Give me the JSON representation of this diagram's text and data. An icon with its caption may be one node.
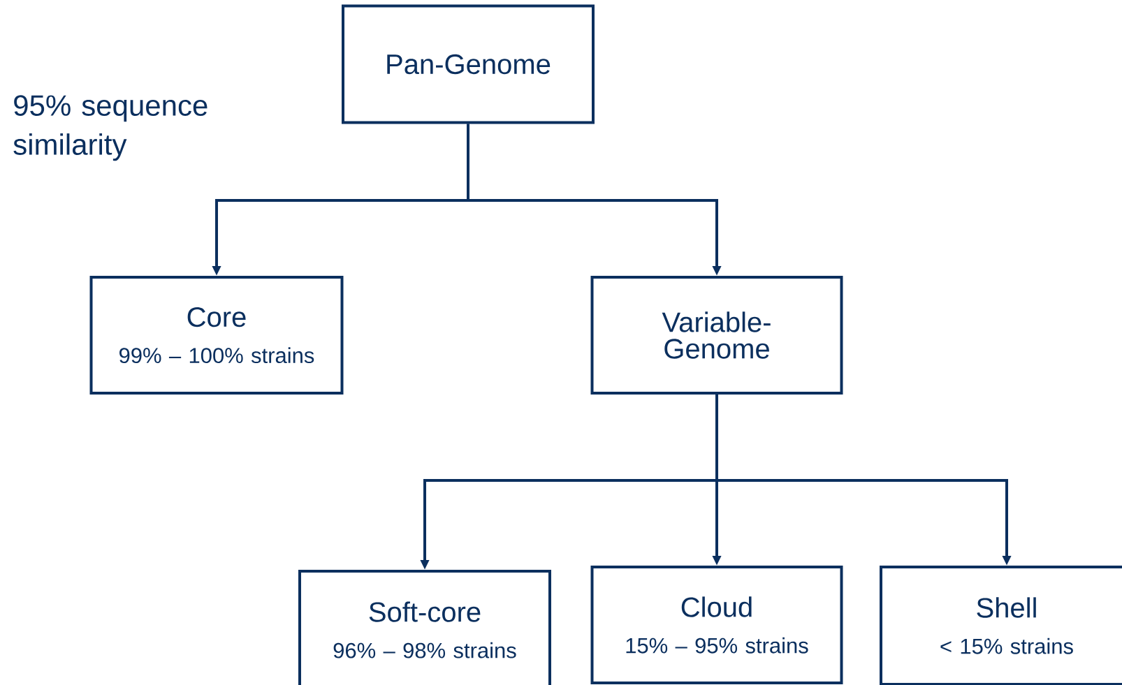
{
  "diagram": {
    "nodes": [
      {
        "text": [
          "Pan-Genome"
        ]
      },
      {
        "text": [
          "Core",
          "99% – 100% strains"
        ]
      },
      {
        "text": [
          "Variable-Genome"
        ]
      },
      {
        "text": [
          "Soft-core",
          "96% – 98% strains"
        ]
      },
      {
        "text": [
          "Cloud",
          "15% – 95% strains"
        ]
      },
      {
        "text": [
          "Shell",
          "< 15% strains"
        ]
      }
    ],
    "edges": [
      {
        "from": 0,
        "to": 1,
        "arrow": "to"
      },
      {
        "from": 0,
        "to": 2,
        "arrow": "to"
      },
      {
        "from": 2,
        "to": 3,
        "arrow": "to"
      },
      {
        "from": 2,
        "to": 4,
        "arrow": "to"
      },
      {
        "from": 2,
        "to": 5,
        "arrow": "to"
      }
    ],
    "labels": [
      "95% sequence similarity"
    ]
  }
}
